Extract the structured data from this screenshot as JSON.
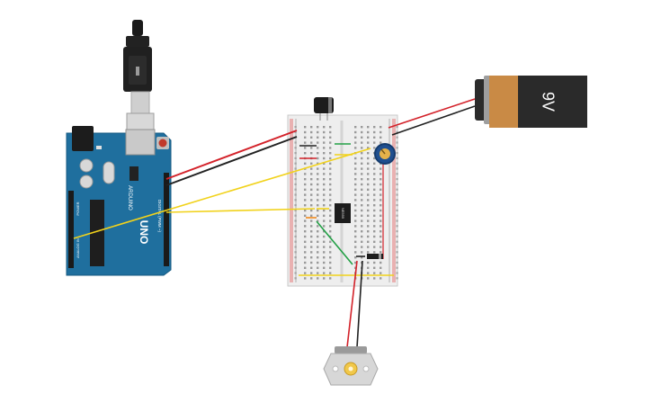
{
  "canvas": {
    "background": "#ffffff"
  },
  "arduino": {
    "brand_label": "ARDUINO",
    "model_label": "UNO",
    "side_text": "DIGITAL (PWM ~)",
    "power_text": "POWER",
    "analog_text": "ANALOG IN",
    "board_color": "#1f6f9e"
  },
  "battery": {
    "label": "9V",
    "body_color": "#c98a45",
    "cap_color": "#2b2b2b"
  },
  "chip": {
    "label": "NE555"
  },
  "wire_colors": {
    "red": "#d3222a",
    "black": "#222222",
    "yellow": "#f1d21b",
    "green": "#23a046",
    "orange": "#f08a1c"
  },
  "components": {
    "usb_cable": "usb-cable",
    "breadboard": "breadboard",
    "capacitor": "capacitor",
    "potentiometer": "potentiometer",
    "motor": "dc-motor",
    "diode": "diode"
  }
}
